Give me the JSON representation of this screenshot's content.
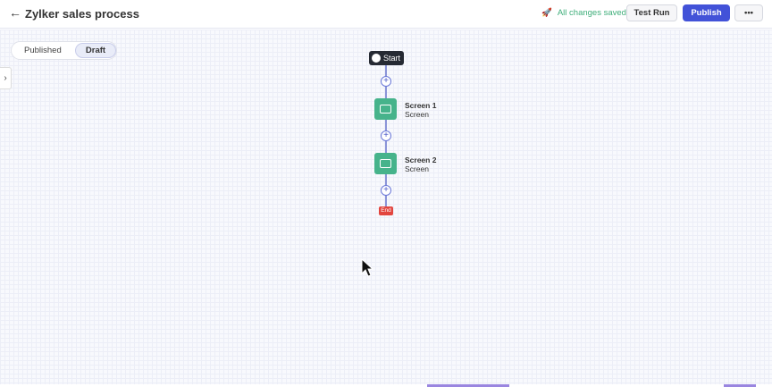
{
  "header": {
    "title": "Zylker sales process",
    "status": "All changes saved",
    "test_run": "Test Run",
    "publish": "Publish",
    "more": "•••"
  },
  "toggle": {
    "published": "Published",
    "draft": "Draft"
  },
  "flow": {
    "start": "Start",
    "end": "End",
    "nodes": [
      {
        "name": "Screen 1",
        "type": "Screen"
      },
      {
        "name": "Screen 2",
        "type": "Screen"
      }
    ]
  },
  "colors": {
    "accent": "#4252d8",
    "node": "#46b38b",
    "end": "#e2453e",
    "saved": "#3fae7a"
  }
}
